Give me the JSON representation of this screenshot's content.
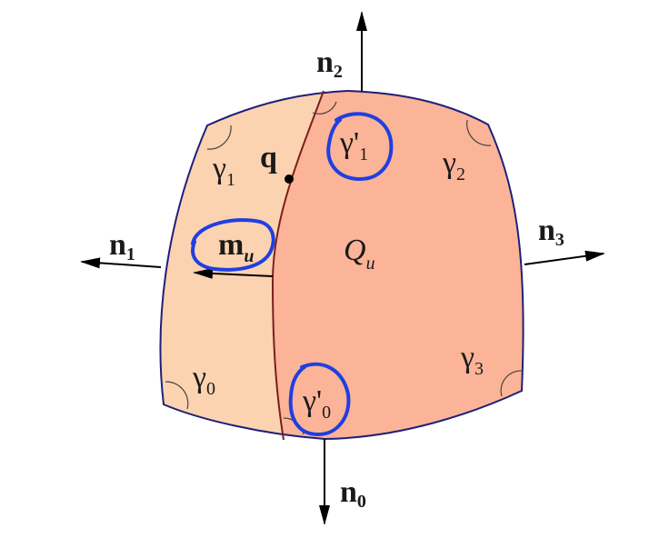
{
  "colors": {
    "left_region": "#fcd3b0",
    "right_region": "#fbb497",
    "outline": "#1f1f7a",
    "split_curve": "#7a1f1f",
    "arrow": "#000000",
    "highlight": "#1f3fe0"
  },
  "labels": {
    "n0": {
      "base": "n",
      "sub": "0"
    },
    "n1": {
      "base": "n",
      "sub": "1"
    },
    "n2": {
      "base": "n",
      "sub": "2"
    },
    "n3": {
      "base": "n",
      "sub": "3"
    },
    "q": "q",
    "m_u": {
      "base": "m",
      "sub": "u"
    },
    "Q_u": {
      "base": "Q",
      "sub": "u"
    },
    "gamma0": {
      "base": "γ",
      "sub": "0"
    },
    "gamma1": {
      "base": "γ",
      "sub": "1"
    },
    "gamma2": {
      "base": "γ",
      "sub": "2"
    },
    "gamma3": {
      "base": "γ",
      "sub": "3"
    },
    "gamma0_prime": {
      "base": "γ'",
      "sub": "0"
    },
    "gamma1_prime": {
      "base": "γ'",
      "sub": "1"
    }
  }
}
